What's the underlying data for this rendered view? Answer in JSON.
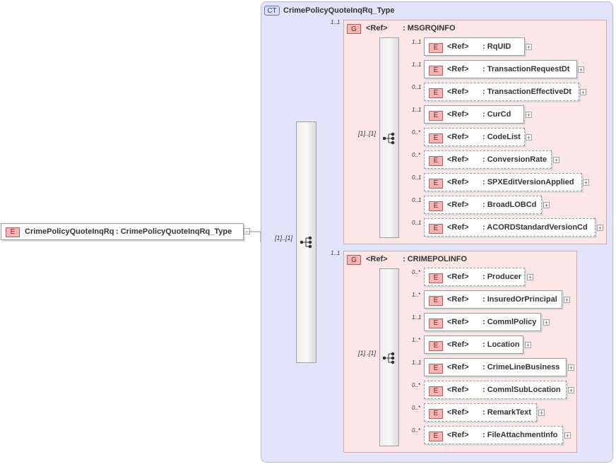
{
  "root": {
    "tag": "E",
    "name": "CrimePolicyQuoteInqRq",
    "type": ": CrimePolicyQuoteInqRq_Type",
    "collapse": "−"
  },
  "complex_type": {
    "tag": "CT",
    "name": "CrimePolicyQuoteInqRq_Type"
  },
  "outer_sequence": {
    "cardinality_top": "[1]..[1]"
  },
  "groups": [
    {
      "tag": "G",
      "ref": "<Ref>",
      "name": ": MSGRQINFO",
      "cardinality": "1..1",
      "sequence_cardinality": "[1]..[1]",
      "elements": [
        {
          "card": "1..1",
          "ref": "<Ref>",
          "name": ": RqUID",
          "optional": false
        },
        {
          "card": "1..1",
          "ref": "<Ref>",
          "name": ": TransactionRequestDt",
          "optional": false
        },
        {
          "card": "0..1",
          "ref": "<Ref>",
          "name": ": TransactionEffectiveDt",
          "optional": true
        },
        {
          "card": "1..1",
          "ref": "<Ref>",
          "name": ": CurCd",
          "optional": false
        },
        {
          "card": "0..*",
          "ref": "<Ref>",
          "name": ": CodeList",
          "optional": true
        },
        {
          "card": "0..*",
          "ref": "<Ref>",
          "name": ": ConversionRate",
          "optional": true
        },
        {
          "card": "0..1",
          "ref": "<Ref>",
          "name": ": SPXEditVersionApplied",
          "optional": true
        },
        {
          "card": "0..1",
          "ref": "<Ref>",
          "name": ": BroadLOBCd",
          "optional": true
        },
        {
          "card": "0..1",
          "ref": "<Ref>",
          "name": ": ACORDStandardVersionCd",
          "optional": true
        }
      ]
    },
    {
      "tag": "G",
      "ref": "<Ref>",
      "name": ": CRIMEPOLINFO",
      "cardinality": "1..1",
      "sequence_cardinality": "[1]..[1]",
      "elements": [
        {
          "card": "0..*",
          "ref": "<Ref>",
          "name": ": Producer",
          "optional": true
        },
        {
          "card": "1..*",
          "ref": "<Ref>",
          "name": ": InsuredOrPrincipal",
          "optional": false
        },
        {
          "card": "1..1",
          "ref": "<Ref>",
          "name": ": CommlPolicy",
          "optional": false
        },
        {
          "card": "1..*",
          "ref": "<Ref>",
          "name": ": Location",
          "optional": false
        },
        {
          "card": "1..1",
          "ref": "<Ref>",
          "name": ": CrimeLineBusiness",
          "optional": false
        },
        {
          "card": "0..*",
          "ref": "<Ref>",
          "name": ": CommlSubLocation",
          "optional": true
        },
        {
          "card": "0..*",
          "ref": "<Ref>",
          "name": ": RemarkText",
          "optional": true
        },
        {
          "card": "0..*",
          "ref": "<Ref>",
          "name": ": FileAttachmentInfo",
          "optional": true
        }
      ]
    }
  ],
  "icons": {
    "expand": "+",
    "sequence": "sequence-icon"
  }
}
